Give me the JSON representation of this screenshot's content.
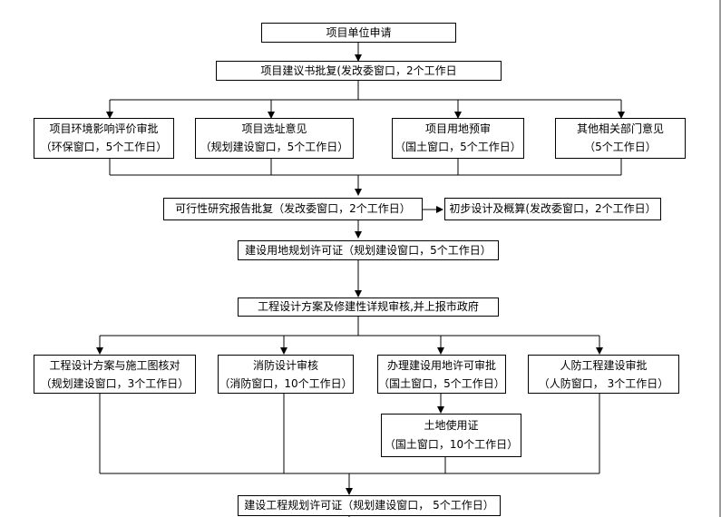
{
  "flowchart": {
    "apply": "项目单位申请",
    "proposal": "项目建议书批复(发改委窗口，2个工作日",
    "env": {
      "title": "项目环境影响评价审批",
      "sub": "（环保窗口，5个工作日）"
    },
    "site": {
      "title": "项目选址意见",
      "sub": "（规划建设窗口，5个工作日）"
    },
    "land_pre": {
      "title": "项目用地预审",
      "sub": "（国土窗口，5个工作日）"
    },
    "other": {
      "title": "其他相关部门意见",
      "sub": "（5个工作日）"
    },
    "feasibility": "可行性研究报告批复（发改委窗口，2个工作日）",
    "prelim": "初步设计及概算(发改委窗口，2个工作日）",
    "land_plan": "建设用地规划许可证（规划建设窗口，5个工作日）",
    "scheme": "工程设计方案及修建性详规审核,并上报市政府",
    "design_check": {
      "title": "工程设计方案与施工图核对",
      "sub": "（规划建设窗口，3个工作日）"
    },
    "fire": {
      "title": "消防设计审核",
      "sub": "（消防窗口，10个工作日）"
    },
    "land_permit": {
      "title": "办理建设用地许可审批",
      "sub": "（国土窗口，5个工作日）"
    },
    "civil_defense": {
      "title": "人防工程建设审批",
      "sub": "（人防窗口，  3个工作日）"
    },
    "land_use": {
      "title": "土地使用证",
      "sub": "（国土窗口，10个工作日）"
    },
    "construction": "建设工程规划许可证（规划建设窗口， 5个工作日）"
  }
}
